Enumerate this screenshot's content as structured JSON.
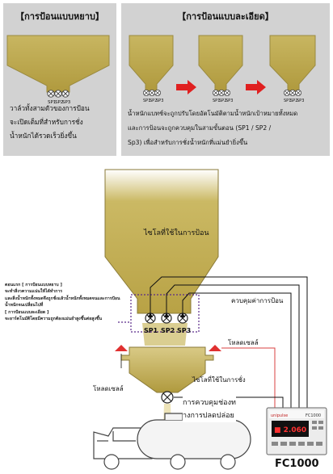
{
  "panel_left": {
    "title": "【การป้อนแบบหยาบ】",
    "text_lines": [
      "วาล์วทั้งสามตัวของการป้อน",
      "จะเปิดเต็มที่สำหรับการชั่ง",
      "น้ำหนักได้รวดเร็วยิ่งขึ้น"
    ]
  },
  "panel_right": {
    "title": "【การป้อนแบบละเอียด】",
    "text_lines": [
      "น้ำหนักแบทช์จะถูกปรับโดยอัตโนมัติตามน้ำหนักเป้าหมายทั้งหมด",
      "และการป้อนจะถูกควบคุมในสามขั้นตอน (SP1 / SP2 /",
      "Sp3) เพื่อสำหรับการชั่งน้ำหนักที่แม่นยำยิ่งขึ้น"
    ]
  },
  "valve_labels": [
    "SP1",
    "SP2",
    "SP3"
  ],
  "main": {
    "silo_label": "ไซโลที่ใช้ในการป้อน",
    "note_lines": [
      "ตอนแรก [ การป้อนแบบหยาบ ]",
      "จะทำสิ่งวความแน่นให้ได้ทำการ",
      "และสิ่งน้ำหนักทั้งหมดจึงถูกชั่งแล้วน้ำหนักทั้งหมดจนและการป้อน",
      "น้ำหนักจนเปลี่ยนไปที่",
      "[ การป้อนแบบละเอียด ]",
      "จะอาร์ตโนมัติโดยมีความถูกต้องแม่นยำสูงขึ้นต่อสูงขึ้น"
    ],
    "feed_control": "ควบคุมค่าการป้อน",
    "load_cell_right": "โหลดเซลล์",
    "load_cell_left": "โหลดเซลล์",
    "weigh_silo": "ไซโลที่ใช้ในการชั่ง",
    "discharge_line1": "การควบคุมช่องท",
    "discharge_line2": "างการปลดปล่อย",
    "device_brand": "unipulse",
    "device_model": "FC1000",
    "device_readout": "■ 2.060",
    "model_caption": "FC1000"
  },
  "colors": {
    "panel_bg": "#d2d2d2",
    "material": "#c8b661",
    "arrow": "#e02020",
    "note_border": "#5a2a8a",
    "load_cell_line": "#d94040"
  }
}
